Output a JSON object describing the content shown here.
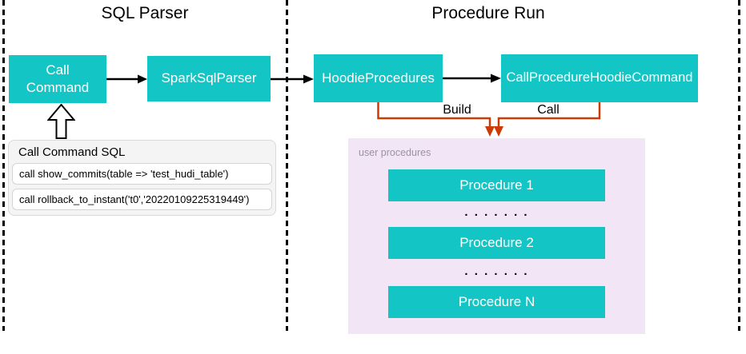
{
  "titles": {
    "left_section": "SQL Parser",
    "right_section": "Procedure Run"
  },
  "flow_nodes": {
    "call_command_line1": "Call",
    "call_command_line2": "Command",
    "spark_sql_parser": "SparkSqlParser",
    "hoodie_procedures": "HoodieProcedures",
    "call_procedure_hoodie_command": "CallProcedureHoodieCommand"
  },
  "connectors": {
    "build_label": "Build",
    "call_label": "Call"
  },
  "sql_examples": {
    "header": "Call Command SQL",
    "rows": [
      "call show_commits(table => 'test_hudi_table')",
      "call rollback_to_instant('t0','20220109225319449')"
    ]
  },
  "user_procedures": {
    "label": "user procedures",
    "items": [
      "Procedure 1",
      "Procedure 2",
      "Procedure N"
    ],
    "ellipsis": ". . . . . . ."
  },
  "colors": {
    "node_teal": "#13c5c5",
    "connector_orange": "#cc3a06",
    "panel_lavender": "#f2e6f6",
    "dashed_border": "#000000"
  }
}
